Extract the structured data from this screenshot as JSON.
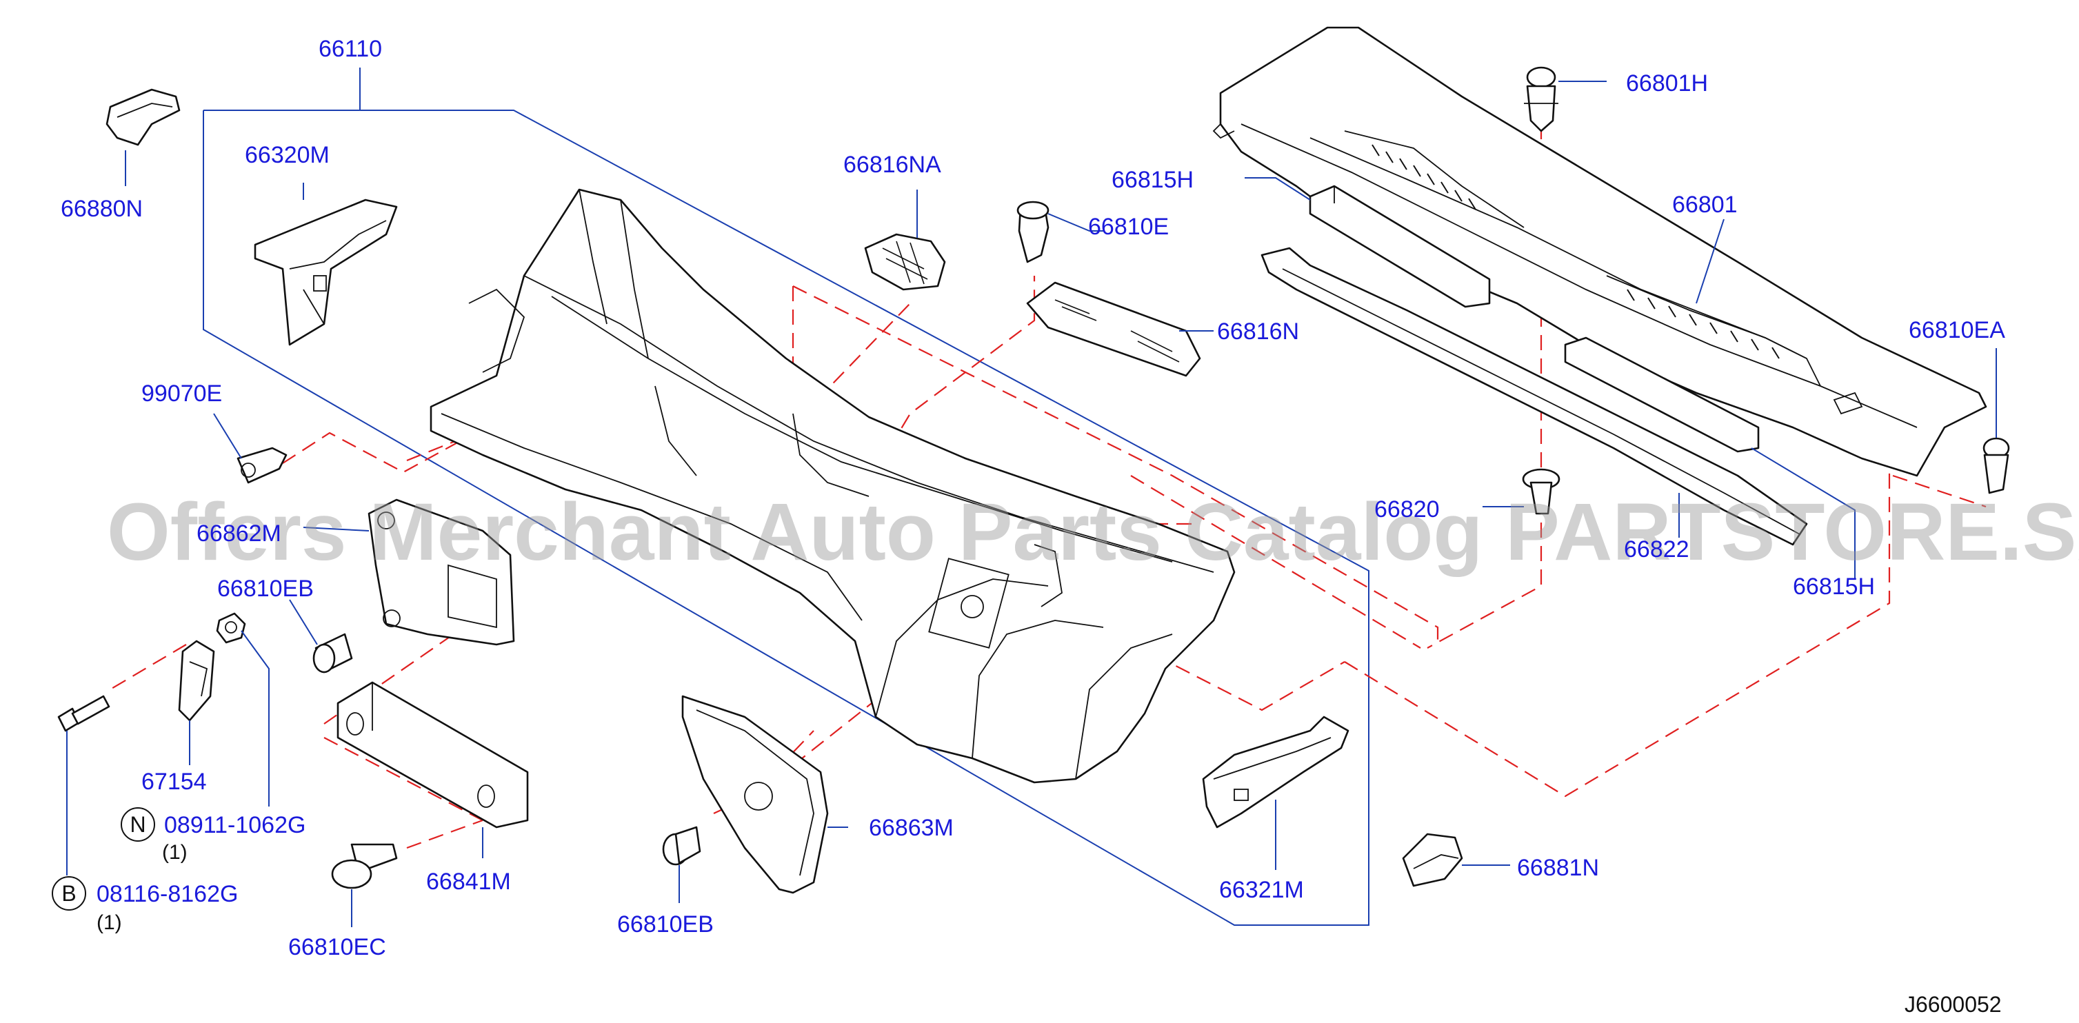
{
  "labels": {
    "p66110": "66110",
    "p66880N": "66880N",
    "p66320M": "66320M",
    "p99070E": "99070E",
    "p66862M": "66862M",
    "p66810EB_a": "66810EB",
    "p67154": "67154",
    "p08911": "08911-1062G",
    "p08116": "08116-8162G",
    "p66841M": "66841M",
    "p66810EC": "66810EC",
    "p66810EB_b": "66810EB",
    "p66863M": "66863M",
    "p66816NA": "66816NA",
    "p66815H_a": "66815H",
    "p66810E": "66810E",
    "p66816N": "66816N",
    "p66801H": "66801H",
    "p66801": "66801",
    "p66810EA": "66810EA",
    "p66820": "66820",
    "p66822": "66822",
    "p66815H_b": "66815H",
    "p66321M": "66321M",
    "p66881N": "66881N"
  },
  "markers": {
    "n": "N",
    "b": "B"
  },
  "quantities": {
    "q08911": "(1)",
    "q08116": "(1)"
  },
  "watermark": "Offers Merchant Auto Parts Catalog PARTSTORE.SA",
  "diagram_ref": "J6600052",
  "colors": {
    "label": "#1a1adb",
    "leader": "#1a3fb0",
    "dashed": "#e02020",
    "part_outline": "#111111"
  }
}
